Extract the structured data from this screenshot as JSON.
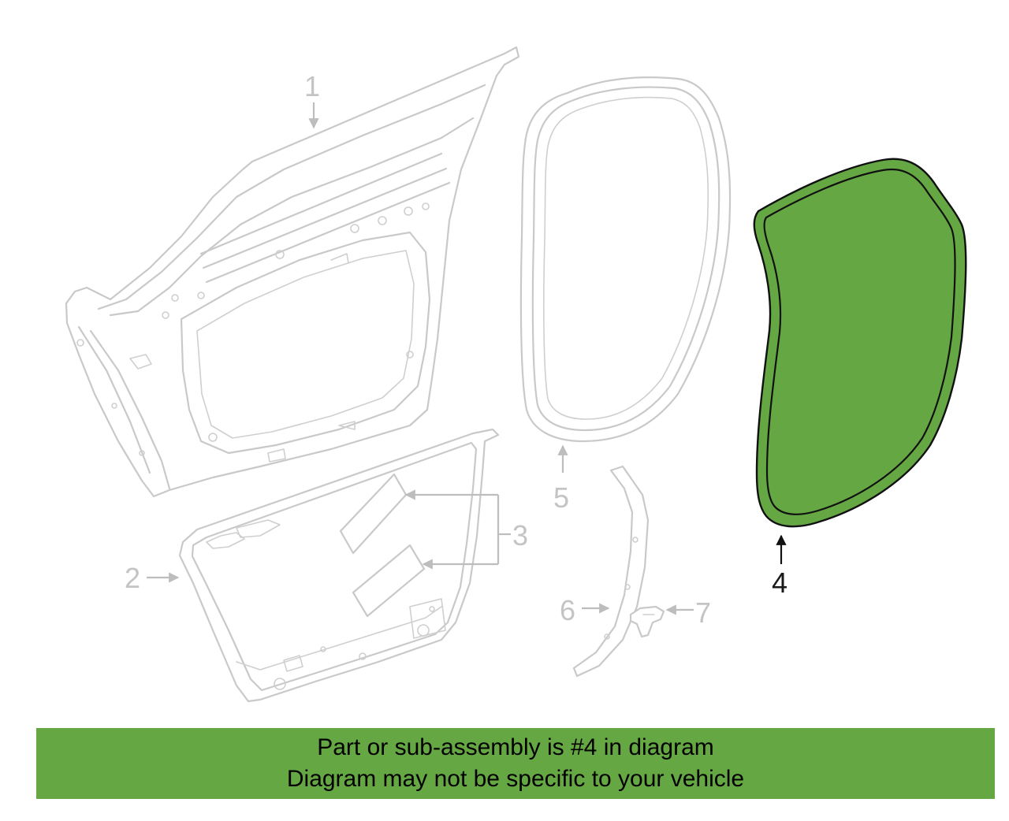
{
  "diagram": {
    "callouts": {
      "c1": "1",
      "c2": "2",
      "c3": "3",
      "c4": "4",
      "c5": "5",
      "c6": "6",
      "c7": "7"
    },
    "highlighted_part": "4",
    "highlight_color": "#65a843",
    "ghost_color": "#c9c9c9"
  },
  "banner": {
    "line1": "Part or sub-assembly is #4 in diagram",
    "line2": "Diagram may not be specific to your vehicle",
    "background": "#65a843"
  }
}
